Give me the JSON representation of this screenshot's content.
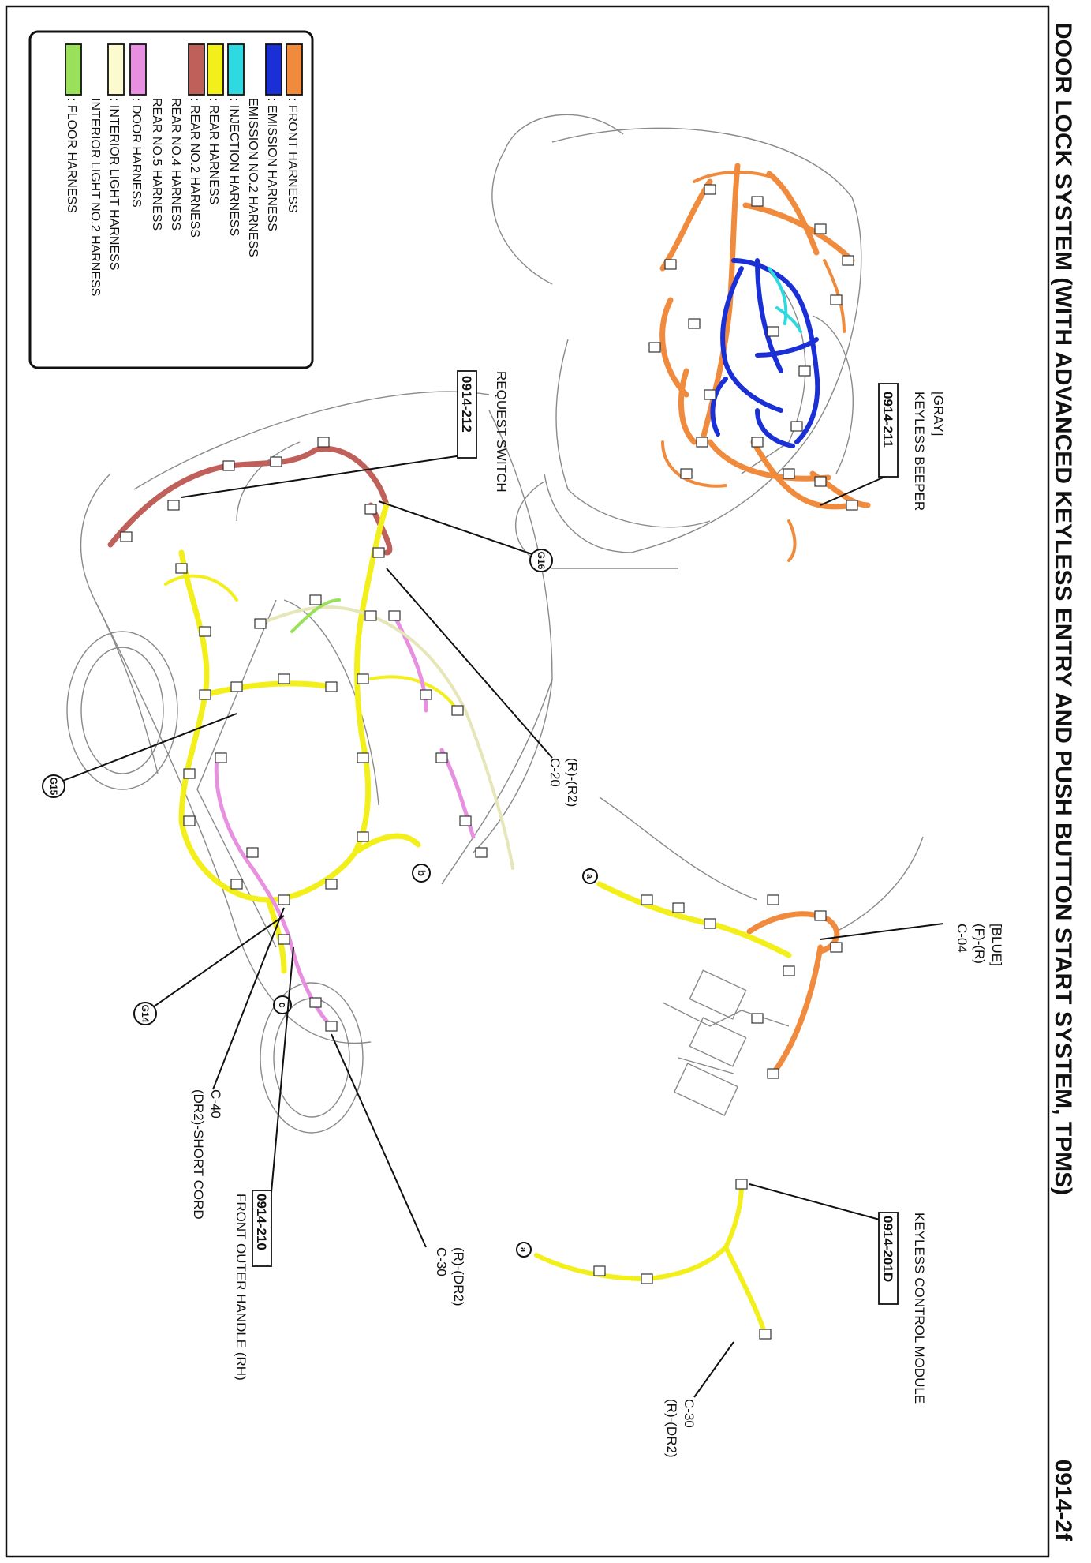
{
  "header": {
    "title": "DOOR LOCK SYSTEM (WITH ADVANCED KEYLESS ENTRY AND PUSH BUTTON START SYSTEM, TPMS)",
    "page_code": "0914-2f"
  },
  "legend": {
    "items": [
      {
        "label": ": FRONT HARNESS",
        "color": "#f08a3c"
      },
      {
        "label": ": EMISSION HARNESS",
        "color": "#1a2fd6"
      },
      {
        "label": "EMISSION NO.2 HARNESS",
        "color": ""
      },
      {
        "label": ": INJECTION HARNESS",
        "color": "#2fd9e0"
      },
      {
        "label": ": REAR HARNESS",
        "color": "#f2ef1a"
      },
      {
        "label": ": REAR NO.2 HARNESS",
        "color": "#c0605a"
      },
      {
        "label": "REAR NO.4 HARNESS",
        "color": ""
      },
      {
        "label": "REAR NO.5 HARNESS",
        "color": ""
      },
      {
        "label": ": DOOR HARNESS",
        "color": "#e890e0"
      },
      {
        "label": ": INTERIOR LIGHT HARNESS",
        "color": "#fbfbcf"
      },
      {
        "label": "INTERIOR LIGHT NO.2 HARNESS",
        "color": ""
      },
      {
        "label": ": FLOOR HARNESS",
        "color": "#9ae05a"
      }
    ]
  },
  "callouts": {
    "keyless_beeper": {
      "bracket": "[GRAY]",
      "name": "KEYLESS BEEPER",
      "code": "0914-211"
    },
    "request_switch": {
      "name": "REQUEST SWITCH",
      "code": "0914-212"
    },
    "c04": {
      "bracket": "[BLUE]",
      "pair": "(F)-(R)",
      "connector": "C-04"
    },
    "c20": {
      "pair": "(R)-(R2)",
      "connector": "C-20"
    },
    "keyless_module": {
      "name": "KEYLESS CONTROL MODULE",
      "code": "0914-201D"
    },
    "c30_right": {
      "connector": "C-30",
      "pair": "(R)-(DR2)"
    },
    "c30_left": {
      "pair": "(R)-(DR2)",
      "connector": "C-30"
    },
    "front_handle": {
      "code": "0914-210",
      "name": "FRONT OUTER HANDLE (RH)"
    },
    "c40": {
      "connector": "C-40",
      "name": "(DR2)-SHORT CORD"
    },
    "g16": "G16",
    "g15": "G15",
    "g14": "G14",
    "mark_a": "a",
    "mark_b": "b",
    "mark_c": "c"
  },
  "colors": {
    "front": "#f08a3c",
    "emission": "#1a2fd6",
    "injection": "#2fd9e0",
    "rear": "#f2ef1a",
    "rear2": "#c0605a",
    "door": "#e890e0",
    "interior": "#fbfbcf",
    "floor": "#9ae05a"
  }
}
